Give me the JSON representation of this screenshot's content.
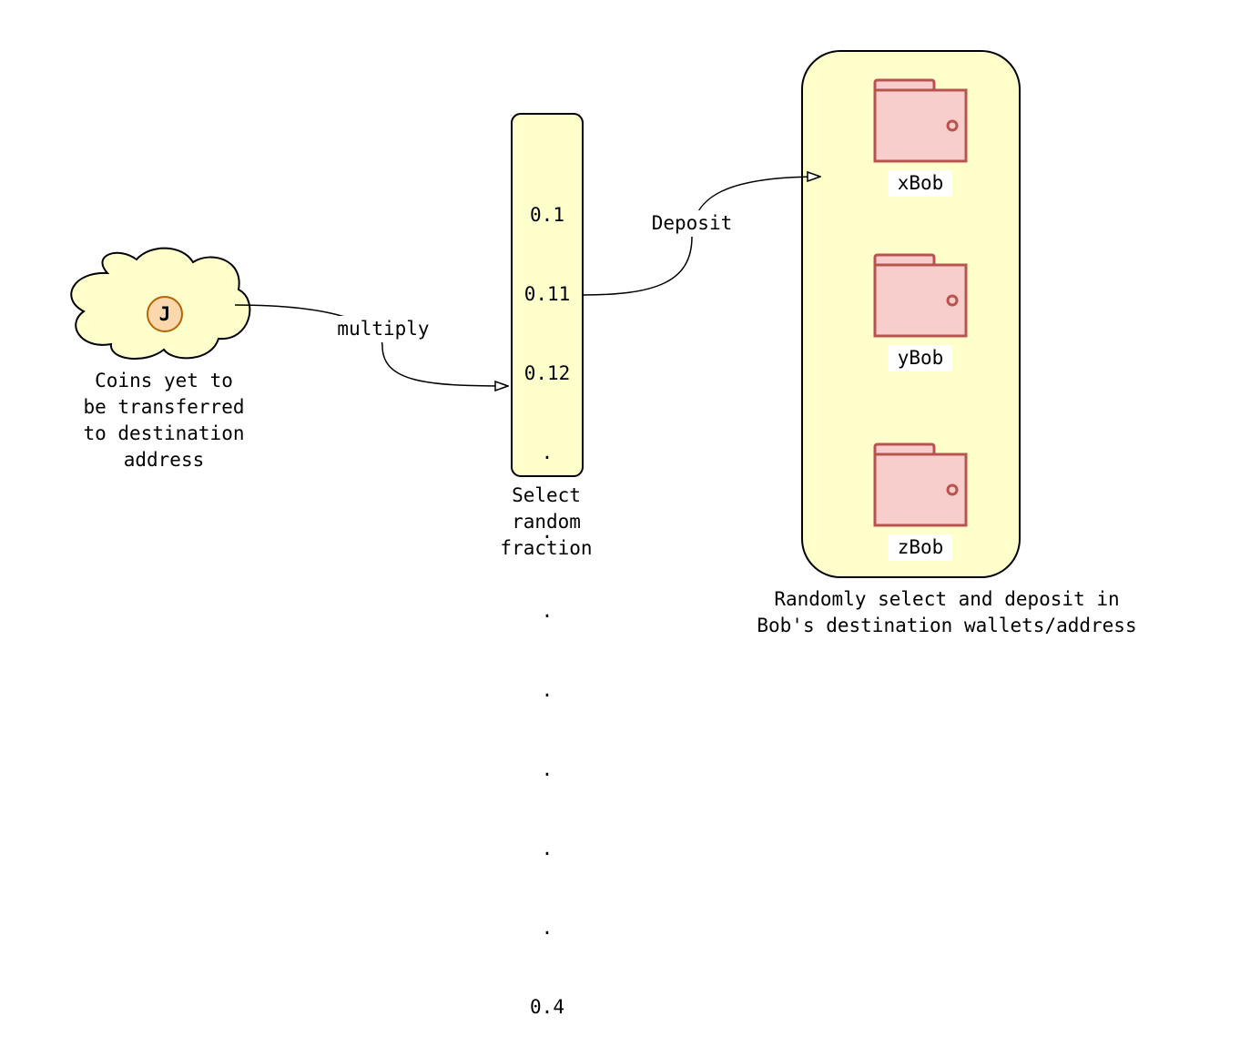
{
  "source": {
    "coin_letter": "J",
    "caption": "Coins yet to\nbe transferred\nto destination\naddress"
  },
  "edges": {
    "multiply": "multiply",
    "deposit": "Deposit"
  },
  "fractions": {
    "values": [
      "0.1",
      "0.11",
      "0.12",
      ".",
      ".",
      ".",
      ".",
      ".",
      ".",
      ".",
      "0.4"
    ],
    "caption": "Select\nrandom\nfraction"
  },
  "wallets": {
    "items": [
      {
        "label": "xBob"
      },
      {
        "label": "yBob"
      },
      {
        "label": "zBob"
      }
    ],
    "caption": "Randomly select and deposit in\nBob's destination wallets/address"
  },
  "colors": {
    "cloud_fill": "#ffffcc",
    "coin_fill": "#fad7ac",
    "coin_stroke": "#b46504",
    "container_fill": "#ffffcc",
    "wallet_fill": "#f8cecc",
    "wallet_stroke": "#b85450"
  }
}
